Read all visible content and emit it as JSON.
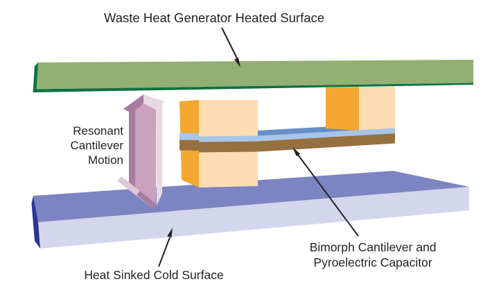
{
  "labels": {
    "hot_surface": "Waste Heat Generator Heated Surface",
    "motion_line1": "Resonant",
    "motion_line2": "Cantilever",
    "motion_line3": "Motion",
    "cold_surface": "Heat Sinked Cold Surface",
    "bimorph_line1": "Bimorph Cantilever and",
    "bimorph_line2": "Pyroelectric Capacitor"
  },
  "colors": {
    "background": "#FFFFFF",
    "text": "#231F20",
    "pointer_arrow": "#231F20",
    "hot_surface_face": "#92AF74",
    "hot_surface_edge": "#0E7040",
    "cold_surface_top": "#7C84C1",
    "cold_surface_front": "#D3D6EC",
    "cold_surface_edge": "#2D3494",
    "block_side_orange": "#F3A72F",
    "block_front_peach": "#FBDCB3",
    "beam_blue_front": "#A5C6E9",
    "beam_blue_top": "#698FC7",
    "beam_brown": "#96713F",
    "motion_arrow_dark": "#A87CA0",
    "motion_arrow_mid": "#C9A2BD",
    "motion_arrow_light": "#E9D8E4",
    "motion_arrow_band": "#DFC9D8"
  }
}
